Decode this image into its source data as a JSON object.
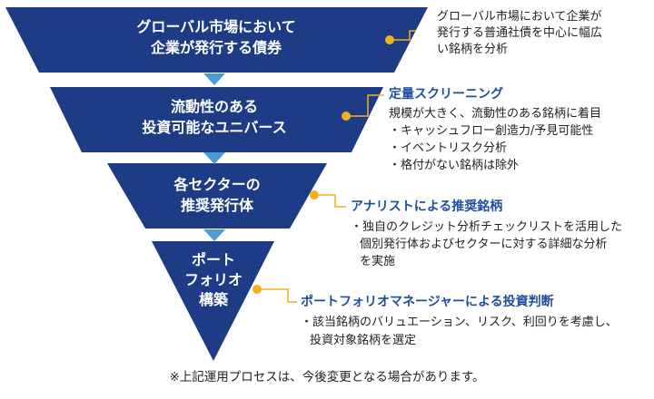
{
  "stages": [
    {
      "lines": [
        "グローバル市場において",
        "企業が発行する債券"
      ]
    },
    {
      "lines": [
        "流動性のある",
        "投資可能なユニバース"
      ]
    },
    {
      "lines": [
        "各セクターの",
        "推奨発行体"
      ]
    },
    {
      "lines": [
        "ポート",
        "フォリオ",
        "構築"
      ]
    }
  ],
  "notes": [
    {
      "title": "",
      "lines": [
        "グローバル市場において企業が",
        "発行する普通社債を中心に幅広",
        "い銘柄を分析"
      ]
    },
    {
      "title": "定量スクリーニング",
      "lines": [
        "規模が大きく、流動性のある銘柄に着目",
        "・キャッシュフロー創造力/予見可能性",
        "・イベントリスク分析",
        "・格付がない銘柄は除外"
      ]
    },
    {
      "title": "アナリストによる推奨銘柄",
      "lines": [
        "・独自のクレジット分析チェックリストを活用した",
        "個別発行体およびセクターに対する詳細な分析",
        "を実施"
      ]
    },
    {
      "title": "ポートフォリオマネージャーによる投資判断",
      "lines": [
        "・該当銘柄のバリュエーション、リスク、利回りを考慮し、",
        "投資対象銘柄を選定"
      ]
    }
  ],
  "footnote": "※上記運用プロセスは、今後変更となる場合があります。",
  "colors": {
    "funnel": "#1e3c86",
    "arrow": "#4d9ad8",
    "connector": "#f2b01e",
    "title": "#1f4e9c"
  }
}
